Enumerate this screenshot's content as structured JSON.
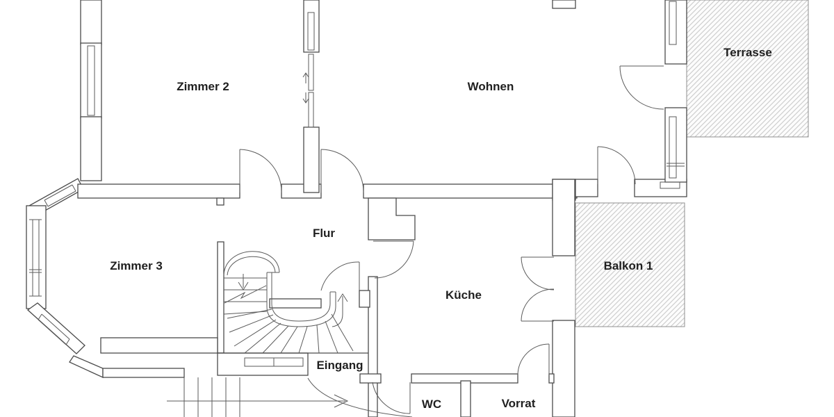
{
  "floorplan": {
    "rooms": {
      "zimmer2": "Zimmer 2",
      "wohnen": "Wohnen",
      "terrasse": "Terrasse",
      "zimmer3": "Zimmer 3",
      "flur": "Flur",
      "kueche": "Küche",
      "balkon1": "Balkon 1",
      "eingang": "Eingang",
      "wc": "WC",
      "vorrat": "Vorrat"
    },
    "colors": {
      "background": "#ffffff",
      "wall_line": "#4a4a4a",
      "label_text": "#1f1f1f",
      "hatch_line": "#c8c8c8",
      "hatch_border": "#8f8f8f",
      "hatch_background": "#fcfcfc"
    }
  }
}
